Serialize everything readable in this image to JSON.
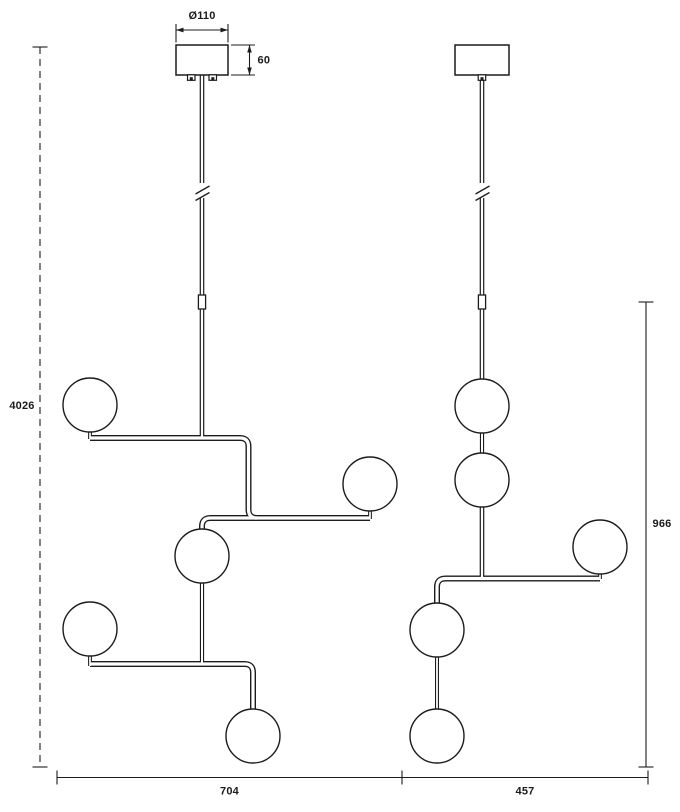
{
  "dims": {
    "canopy_diameter": "Ø110",
    "canopy_height": "60",
    "overall_drop": "4026",
    "fixture_height": "966",
    "front_width": "704",
    "side_width": "457"
  },
  "colors": {
    "line": "#1c1c1c",
    "background": "#ffffff"
  }
}
